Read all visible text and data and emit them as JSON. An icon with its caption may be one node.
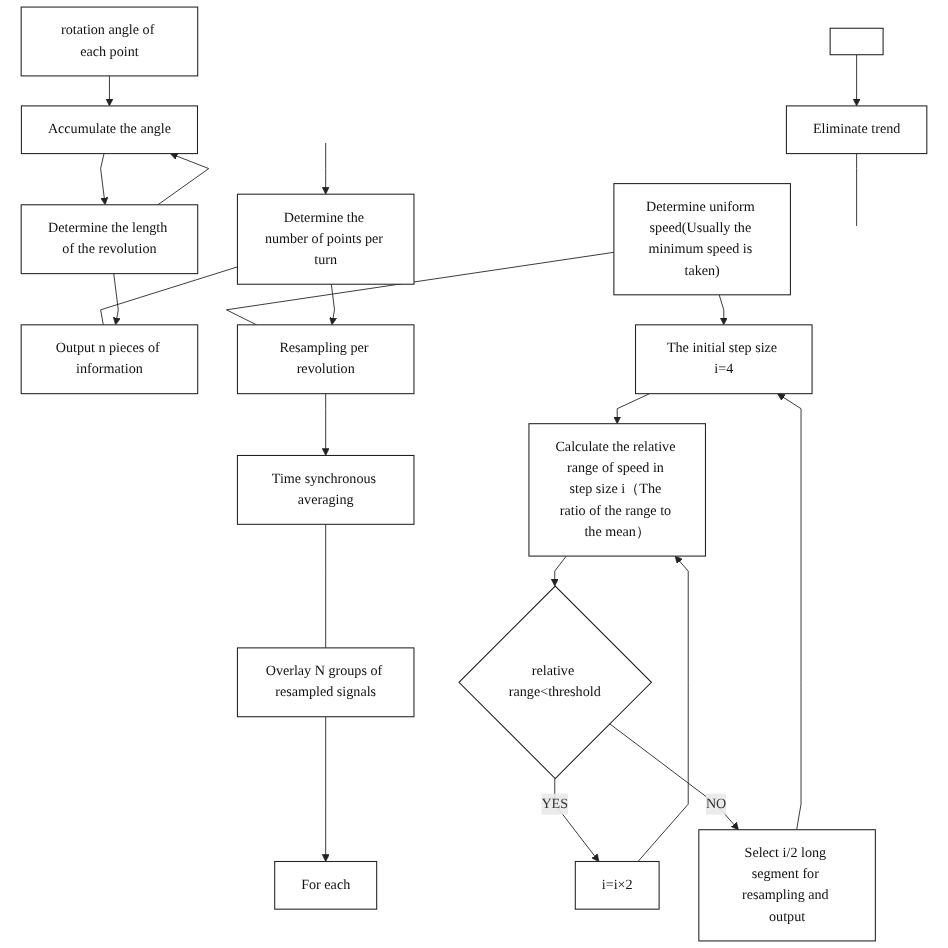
{
  "diagram": {
    "nodes": [
      {
        "text": [],
        "shape": "box"
      },
      {
        "text": [
          "Eliminate trend"
        ]
      },
      {
        "text": [
          "Determine uniform speed(Usually the minimum speed is taken)"
        ]
      },
      {
        "text": [
          "The initial step size i=4"
        ]
      },
      {
        "text": [
          "Calculate the relative range of speed in step size i（The ratio of the range to the mean）"
        ]
      },
      {
        "text": [
          "i=i×2"
        ]
      },
      {
        "text": [
          "relative range<threshold"
        ]
      },
      {
        "text": [
          "Select i/2 long segment for resampling and output"
        ]
      },
      {
        "text": [
          "Determine the number of points per turn"
        ]
      },
      {
        "text": [
          "Resampling per revolution"
        ]
      },
      {
        "text": [
          "Time synchronous averaging"
        ]
      },
      {
        "text": [
          "rotation angle of each point"
        ]
      },
      {
        "text": [
          "Accumulate the angle"
        ]
      },
      {
        "text": [
          "Determine the length of the revolution"
        ]
      },
      {
        "text": [
          "Output n pieces of information"
        ]
      },
      {
        "text": [
          "Overlay N groups of resampled signals"
        ]
      },
      {
        "text": [
          "For each"
        ]
      }
    ],
    "edges": [
      {
        "from": 0,
        "to": 1,
        "arrow": "to"
      },
      {
        "from": 1,
        "to": null,
        "arrow": "none"
      },
      {
        "from": 2,
        "to": 3,
        "arrow": "to"
      },
      {
        "from": 3,
        "to": 4,
        "arrow": "to"
      },
      {
        "from": 4,
        "to": 6,
        "arrow": "to"
      },
      {
        "from": 6,
        "to": 5,
        "arrow": "to",
        "label": "YES"
      },
      {
        "from": 5,
        "to": 4,
        "arrow": "to"
      },
      {
        "from": 6,
        "to": 7,
        "arrow": "to",
        "label": "NO"
      },
      {
        "from": 7,
        "to": 3,
        "arrow": "to"
      },
      {
        "from": 2,
        "to": 9,
        "arrow": "none"
      },
      {
        "from": null,
        "to": 8,
        "arrow": "to"
      },
      {
        "from": 8,
        "to": 14,
        "arrow": "none"
      },
      {
        "from": 8,
        "to": 9,
        "arrow": "to"
      },
      {
        "from": 9,
        "to": 10,
        "arrow": "to"
      },
      {
        "from": 10,
        "to": 15,
        "arrow": "none"
      },
      {
        "from": 11,
        "to": 12,
        "arrow": "to"
      },
      {
        "from": 12,
        "to": 13,
        "arrow": "to"
      },
      {
        "from": 13,
        "to": 12,
        "arrow": "to"
      },
      {
        "from": 13,
        "to": 14,
        "arrow": "to"
      },
      {
        "from": 15,
        "to": 16,
        "arrow": "to"
      }
    ]
  }
}
